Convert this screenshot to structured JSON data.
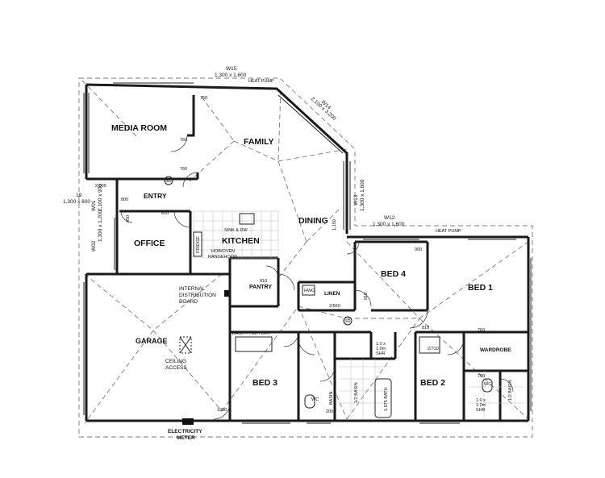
{
  "rooms": {
    "media_room": "MEDIA ROOM",
    "family": "FAMILY",
    "entry": "ENTRY",
    "office": "OFFICE",
    "kitchen": "KITCHEN",
    "dining": "DINING",
    "bed4": "BED 4",
    "bed1": "BED 1",
    "pantry": "PANTRY",
    "linen": "LINEN",
    "garage": "GARAGE",
    "bed3": "BED 3",
    "bed2": "BED 2",
    "wardrobe": "WARDROBE"
  },
  "labels": {
    "w15": "W15",
    "w15_size": "1,300 x 1,600",
    "heat_pump_top": "HEAT PUMP",
    "w14": "W14",
    "w14_size": "2,100 x 3,200",
    "w13": "W13",
    "w13_size": "1,300 x 1,600",
    "w12": "W12",
    "w12_size": "1,300 x 1,600",
    "heat_pump_right": "HEAT PUMP",
    "w01_top": "19",
    "w01_top_size": "1,300 x 800",
    "w01": "W01",
    "w01_size": "1,300 x 1,200",
    "w02": "W02",
    "w02_size": "2,100 x 900",
    "sink_dw": "SINK & DW",
    "hob_oven": "HOB/OVEN",
    "rangehood": "RANGEHOOD",
    "fridge": "FRIDGE",
    "internal_board_1": "INTERNAL",
    "internal_board_2": "DISTRIBUTION",
    "internal_board_3": "BOARD",
    "hwc": "HWC",
    "wash_tub_dry": "WASH - TUB - DRY",
    "ceiling_access_1": "CEILING",
    "ceiling_access_2": "ACCESS",
    "shower_left_1": "1.0 x",
    "shower_left_2": "1.0m",
    "shower_left_3": "SHR",
    "shower_right_1": "1.0 x",
    "shower_right_2": "1.0m",
    "shower_right_3": "SHR",
    "basin_left": "BASIN",
    "basin_mid": "1/2 BASIN",
    "bath": "1.675 BATH",
    "basin_right": "1/2 BASIN",
    "wc_left": "WC",
    "wc_right": "WC",
    "electricity_meter_1": "ELECTRICITY",
    "electricity_meter_2": "METER",
    "sd1": "SD",
    "sd2": "SD"
  },
  "dims": {
    "d750": "750",
    "d760a": "760",
    "d760b": "760",
    "d2000": "2,000",
    "d800": "800",
    "d450": "450",
    "d810a": "810",
    "d810b": "810",
    "d810c": "810",
    "d810d": "810",
    "d900": "900",
    "d1150": "1,150",
    "d2660": "2/660",
    "d710": "2/710",
    "d760c": "760",
    "d760d": "760",
    "d1000": "1000",
    "d200": "200"
  }
}
